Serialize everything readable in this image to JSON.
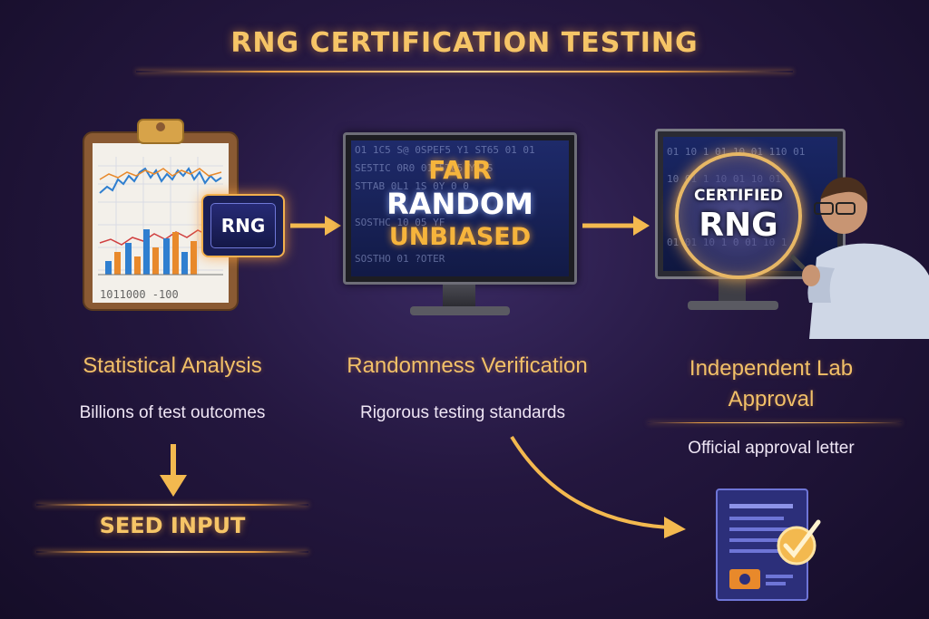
{
  "title": "RNG CERTIFICATION TESTING",
  "steps": [
    {
      "caption": "Statistical Analysis",
      "subtitle": "Billions of test outcomes",
      "chip_label": "RNG",
      "binary_text": "1011000   -100"
    },
    {
      "caption": "Randomness Verification",
      "subtitle": "Rigorous testing standards",
      "screen_words": [
        "FAIR",
        "RANDOM",
        "UNBIASED"
      ]
    },
    {
      "caption_line1": "Independent Lab",
      "caption_line2": "Approval",
      "subtitle": "Official approval letter",
      "seal_top": "CERTIFIED",
      "seal_main": "RNG"
    }
  ],
  "seed_input": "SEED INPUT",
  "colors": {
    "accent": "#f4c56d",
    "background": "#24173f",
    "line_blue": "#2f7fd0",
    "bar_orange": "#e8892b"
  }
}
